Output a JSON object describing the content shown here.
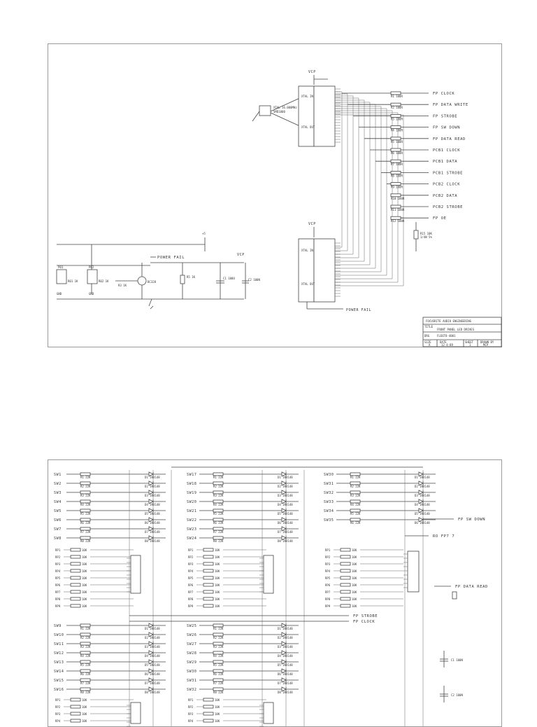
{
  "sheet1": {
    "net_labels": {
      "vcp_top": "VCP",
      "vcp_mid": "VCP",
      "vcp_left": "VCP",
      "power_fail_left": "POWER FAIL",
      "power_fail_bottom": "POWER FAIL"
    },
    "outputs": [
      "FP CLOCK",
      "FP DATA WRITE",
      "FP STROBE",
      "FP SW DOWN",
      "FP DATA READ",
      "PCB1 CLOCK",
      "PCB1 DATA",
      "PCB1 STROBE",
      "PCB2 CLOCK",
      "PCB2 DATA",
      "PCB2 STROBE",
      "FP OE"
    ],
    "title_block": {
      "company": "FOCUSRITE AUDIO ENGINEERING",
      "title_label": "TITLE",
      "title": "FRONT PANEL LED DRIVES",
      "size_label": "SIZE",
      "size": "A",
      "date_label": "DATE",
      "date": "12-4-89",
      "sheet_label": "SHEET",
      "sheet": "1",
      "drawn_label": "DRAWN BY",
      "drawn": "MCP",
      "drg_label": "DRG",
      "drg": "FLE6T8-4001"
    }
  },
  "sheet2": {
    "switches_col1_top": [
      "SW1",
      "SW2",
      "SW3",
      "SW4",
      "SW5",
      "SW6",
      "SW7",
      "SW8"
    ],
    "switches_col2_top": [
      "SW17",
      "SW18",
      "SW19",
      "SW20",
      "SW21",
      "SW22",
      "SW23",
      "SW24"
    ],
    "switches_col3_top": [
      "SW30",
      "SW31",
      "SW32",
      "SW33",
      "SW34",
      "SW35"
    ],
    "switches_col1_bottom": [
      "SW9",
      "SW10",
      "SW11",
      "SW12",
      "SW13",
      "SW14",
      "SW15",
      "SW16"
    ],
    "switches_col2_bottom": [
      "SW25",
      "SW26",
      "SW27",
      "SW28",
      "SW29",
      "SW30",
      "SW31",
      "SW32"
    ],
    "net_labels": {
      "sw_down": "FP SW DOWN",
      "ro_fp7": "RO FP7 7",
      "data_read": "FP DATA READ",
      "strobe": "FP STROBE",
      "clock": "FP CLOCK"
    }
  }
}
